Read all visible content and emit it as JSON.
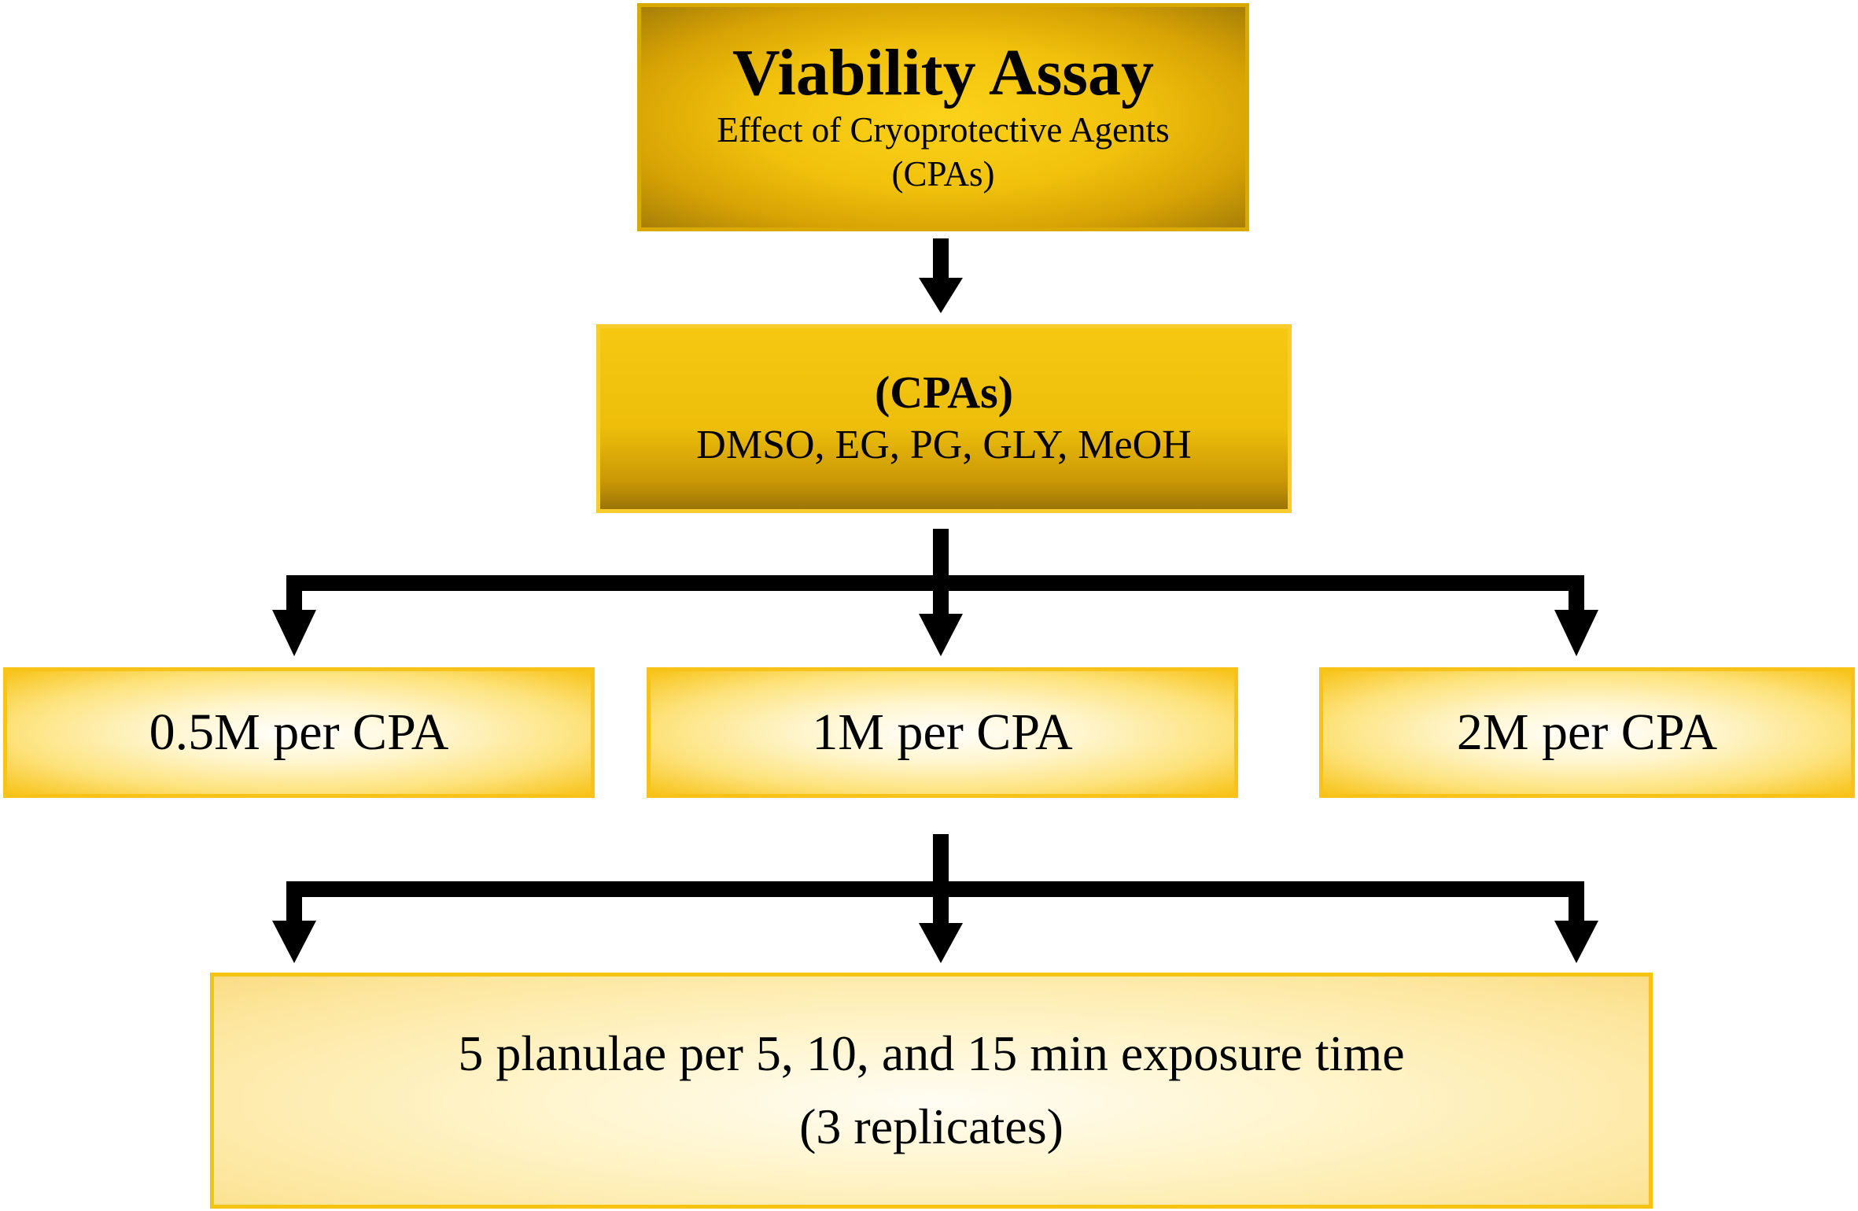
{
  "main_box": {
    "title": "Viability Assay",
    "subtitle_line1": "Effect of Cryoprotective Agents",
    "subtitle_line2": "(CPAs)"
  },
  "cpa_box": {
    "heading": "(CPAs)",
    "agents": "DMSO, EG, PG, GLY, MeOH"
  },
  "concentrations": [
    {
      "label": "0.5M per CPA"
    },
    {
      "label": "1M per CPA"
    },
    {
      "label": "2M per CPA"
    }
  ],
  "bottom_box": {
    "line1": "5 planulae per 5, 10, and 15 min exposure time",
    "line2": "(3 replicates)"
  },
  "colors": {
    "gold": "#f1c20c",
    "dark_gold": "#a87e06",
    "arrow": "#000000"
  }
}
